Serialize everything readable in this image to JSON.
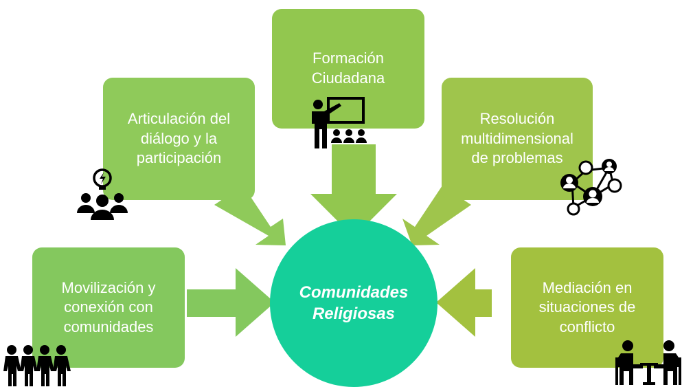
{
  "diagram": {
    "center": {
      "label": "Comunidades\nReligiosas",
      "color": "#15cf9a"
    },
    "nodes": [
      {
        "id": "formacion",
        "label": "Formación\nCiudadana",
        "color": "#92c74f",
        "icon": "teacher-icon"
      },
      {
        "id": "articulacion",
        "label": "Articulación del\ndiálogo y la\nparticipación",
        "color": "#8fca5a",
        "icon": "idea-group-icon"
      },
      {
        "id": "resolucion",
        "label": "Resolución\nmultidimensional\nde problemas",
        "color": "#9fc54c",
        "icon": "network-icon"
      },
      {
        "id": "movilizacion",
        "label": "Movilización y\nconexión con\ncomunidades",
        "color": "#84c85e",
        "icon": "community-icon"
      },
      {
        "id": "mediacion",
        "label": "Mediación en\nsituaciones de\nconflicto",
        "color": "#a3c13f",
        "icon": "meeting-icon"
      }
    ]
  }
}
